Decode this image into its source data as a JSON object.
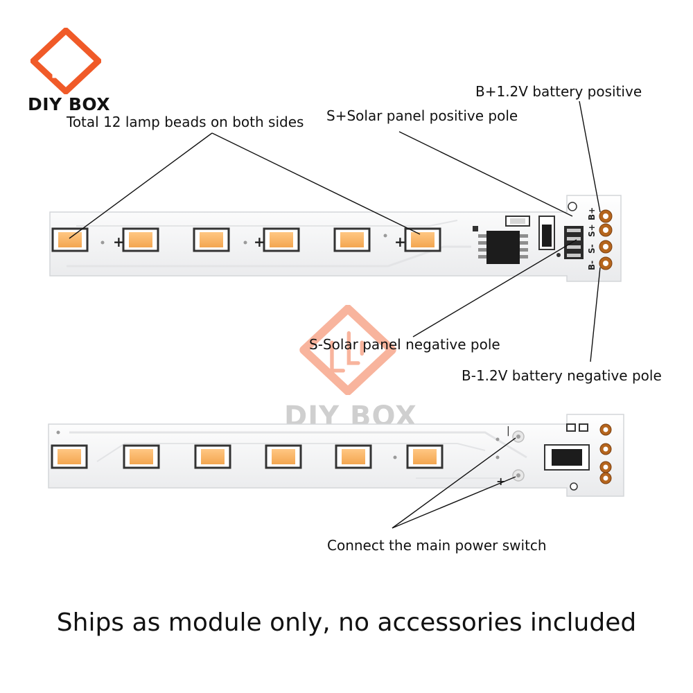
{
  "brand": {
    "logo_text": "DIY BOX",
    "watermark_text": "DIY BOX",
    "accent": "#f05a28"
  },
  "callouts": {
    "lamp_beads": "Total 12 lamp beads on both sides",
    "solar_positive": "S+Solar panel positive pole",
    "battery_positive": "B+1.2V battery positive",
    "solar_negative": "S-Solar panel negative pole",
    "battery_negative": "B-1.2V battery negative pole",
    "power_switch": "Connect the main power switch"
  },
  "board_top": {
    "pad_labels": [
      "B+",
      "S+",
      "S-",
      "B-"
    ],
    "plus_marks": [
      "+",
      "+",
      "+"
    ],
    "led_count": 6
  },
  "board_bottom": {
    "switch_marks": [
      "|",
      "+"
    ],
    "led_count": 6
  },
  "footer": "Ships as module only, no accessories included",
  "colors": {
    "board": "#f4f5f6",
    "led": "#f7b267",
    "copper": "#b5651d",
    "chip": "#1c1c1c"
  }
}
